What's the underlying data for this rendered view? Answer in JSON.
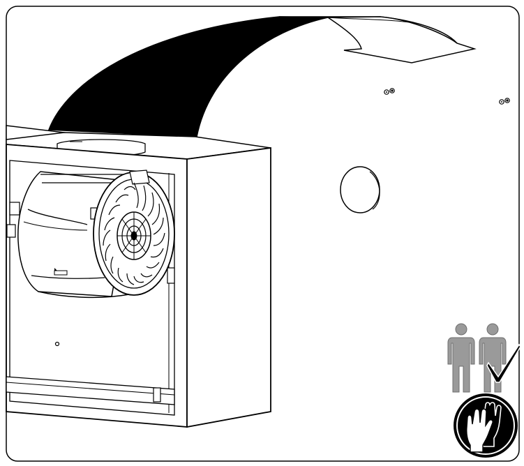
{
  "illustration": {
    "colors": {
      "line": "#000000",
      "paper": "#ffffff",
      "person_fill": "#9a9a9a",
      "person_stroke": "#6e6e6e"
    },
    "scene": [
      "wall-mounted-outer-casing",
      "inner-hood-box",
      "blower-motor-assembly",
      "duct-outlet-opening",
      "mounting-screws"
    ],
    "safety_icons": [
      {
        "name": "two-person-lift-icon",
        "meaning": "installation-by-two-people"
      },
      {
        "name": "checkmark-icon",
        "meaning": "approved"
      },
      {
        "name": "protective-gloves-icon",
        "meaning": "wear-gloves"
      }
    ]
  }
}
